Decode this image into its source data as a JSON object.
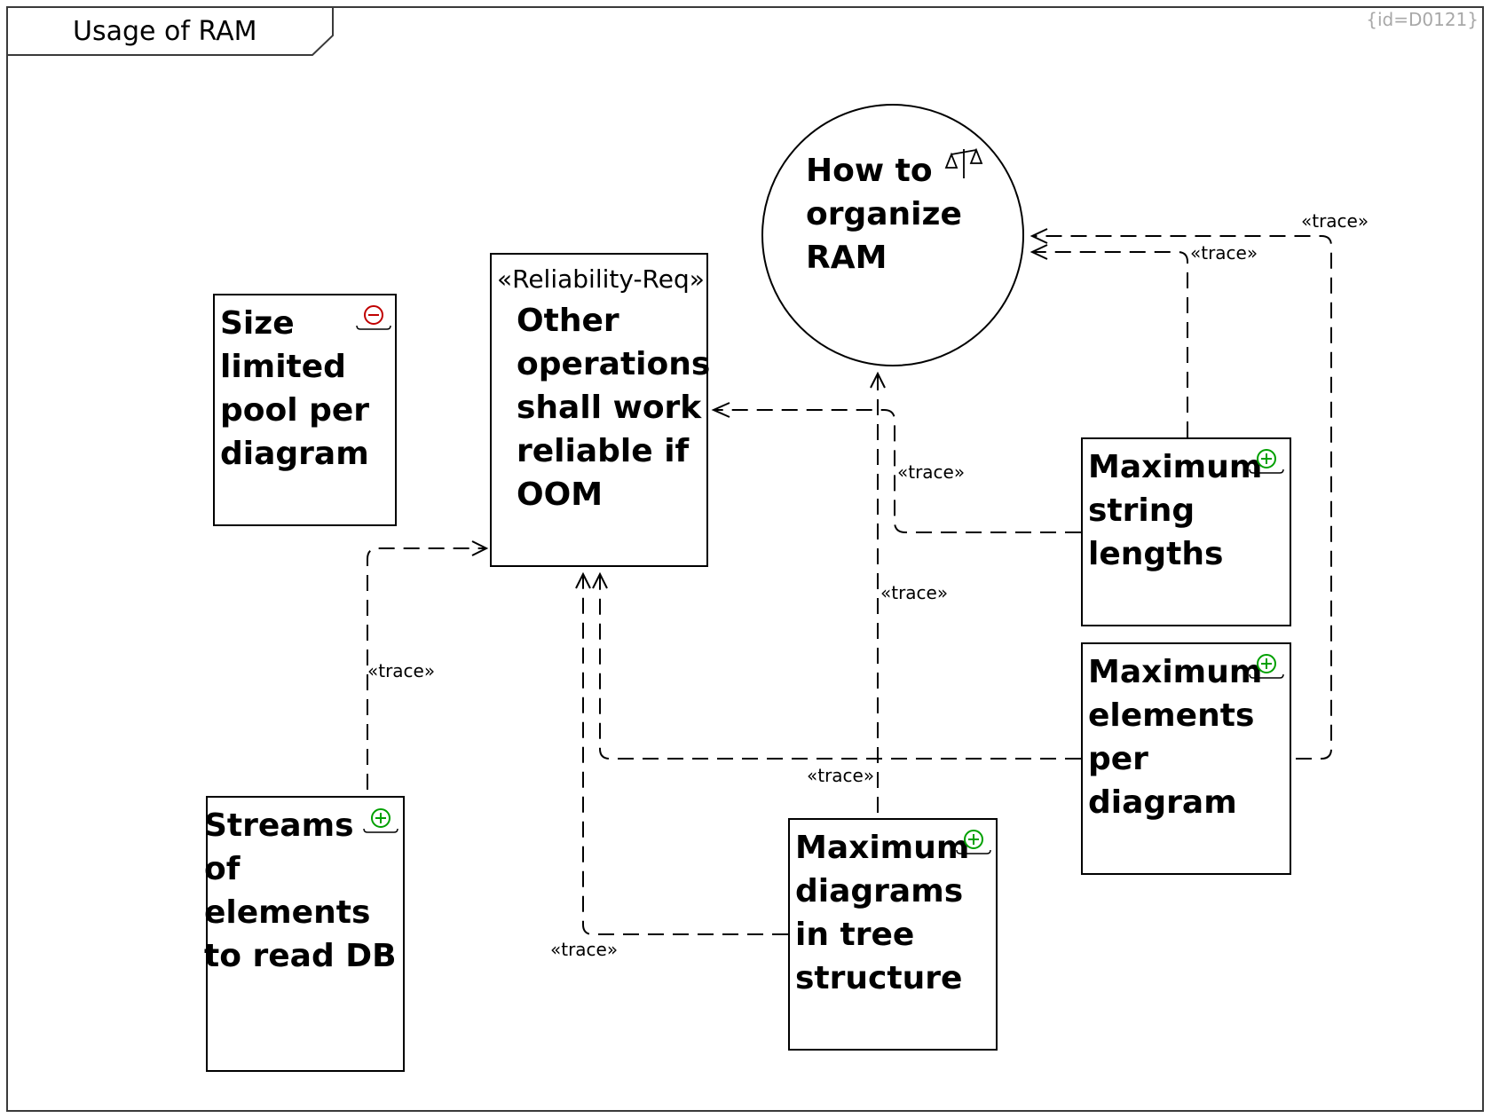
{
  "frame": {
    "title": "Usage of RAM",
    "id_label": "{id=D0121}"
  },
  "nodes": {
    "issue": {
      "text": "How to\norganize\nRAM",
      "icon": "balance-scale-icon"
    },
    "requirement": {
      "stereotype": "«Reliability-Req»",
      "text": "Other\noperations\nshall work\nreliable if\nOOM"
    },
    "size_pool": {
      "text": "Size\nlimited\npool per\ndiagram",
      "icon": "con-minus-icon",
      "icon_color": "#c00000"
    },
    "streams": {
      "text": "Streams\nof\nelements\nto read DB",
      "icon": "pro-plus-icon",
      "icon_color": "#00a000"
    },
    "max_strings": {
      "text": "Maximum\nstring\nlengths",
      "icon": "pro-plus-icon",
      "icon_color": "#00a000"
    },
    "max_elements": {
      "text": "Maximum\nelements\nper\ndiagram",
      "icon": "pro-plus-icon",
      "icon_color": "#00a000"
    },
    "max_diagrams": {
      "text": "Maximum\ndiagrams\nin tree\nstructure",
      "icon": "pro-plus-icon",
      "icon_color": "#00a000"
    }
  },
  "relations": [
    {
      "label": "«trace»",
      "from": "Maximum elements per diagram",
      "to": "How to organize RAM"
    },
    {
      "label": "«trace»",
      "from": "Maximum string lengths",
      "to": "How to organize RAM"
    },
    {
      "label": "«trace»",
      "from": "Maximum string lengths",
      "to": "Other operations shall work reliable if OOM"
    },
    {
      "label": "«trace»",
      "from": "Maximum diagrams in tree structure",
      "to": "How to organize RAM"
    },
    {
      "label": "«trace»",
      "from": "Streams of elements to read DB",
      "to": "Other operations shall work reliable if OOM"
    },
    {
      "label": "«trace»",
      "from": "Maximum elements per diagram",
      "to": "Other operations shall work reliable if OOM"
    },
    {
      "label": "«trace»",
      "from": "Maximum diagrams in tree structure",
      "to": "Other operations shall work reliable if OOM"
    }
  ]
}
